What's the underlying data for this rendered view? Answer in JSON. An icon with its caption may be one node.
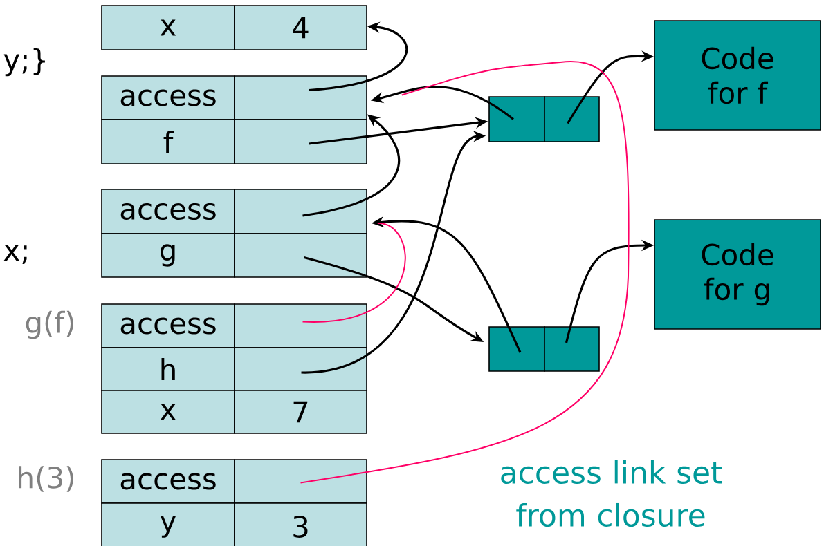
{
  "diagram": {
    "nodes": [
      {
        "text": [
          "x"
        ]
      },
      {
        "text": [
          "4"
        ]
      },
      {
        "text": [
          "access"
        ]
      },
      {
        "text": [],
        "shape": "box"
      },
      {
        "text": [
          "f"
        ]
      },
      {
        "text": [],
        "shape": "box"
      },
      {
        "text": [
          "access"
        ]
      },
      {
        "text": [],
        "shape": "box"
      },
      {
        "text": [
          "g"
        ]
      },
      {
        "text": [],
        "shape": "box"
      },
      {
        "text": [
          "access"
        ],
        "beside": [
          "g(f)"
        ]
      },
      {
        "text": [],
        "shape": "box"
      },
      {
        "text": [
          "h"
        ]
      },
      {
        "text": [],
        "shape": "box"
      },
      {
        "text": [
          "x"
        ]
      },
      {
        "text": [
          "7"
        ]
      },
      {
        "text": [
          "access"
        ],
        "beside": [
          "h(3)"
        ]
      },
      {
        "text": [],
        "shape": "box"
      },
      {
        "text": [
          "y"
        ]
      },
      {
        "text": [
          "3"
        ]
      },
      {
        "text": [],
        "shape": "box"
      },
      {
        "text": [],
        "shape": "box"
      },
      {
        "text": [],
        "shape": "box"
      },
      {
        "text": [],
        "shape": "box"
      },
      {
        "text": [
          "Code for f"
        ]
      },
      {
        "text": [
          "Code for g"
        ]
      }
    ],
    "edges": [
      {
        "from": 3,
        "to": 1,
        "arrow": "to"
      },
      {
        "from": 5,
        "to": 20,
        "arrow": "to"
      },
      {
        "from": 20,
        "to": 3,
        "arrow": "to"
      },
      {
        "from": 21,
        "to": 24,
        "arrow": "to"
      },
      {
        "from": 7,
        "to": 3,
        "arrow": "to"
      },
      {
        "from": 9,
        "to": 22,
        "arrow": "to"
      },
      {
        "from": 22,
        "to": 7,
        "arrow": "to"
      },
      {
        "from": 23,
        "to": 25,
        "arrow": "to"
      },
      {
        "from": 13,
        "to": 20,
        "arrow": "to"
      },
      {
        "from": 11,
        "to": 7,
        "arrow": "none",
        "color": "#ff0066"
      },
      {
        "from": 17,
        "to": 3,
        "arrow": "none",
        "color": "#ff0066"
      }
    ],
    "labels": [
      "y;}",
      "x;",
      "access link set from closure"
    ]
  }
}
